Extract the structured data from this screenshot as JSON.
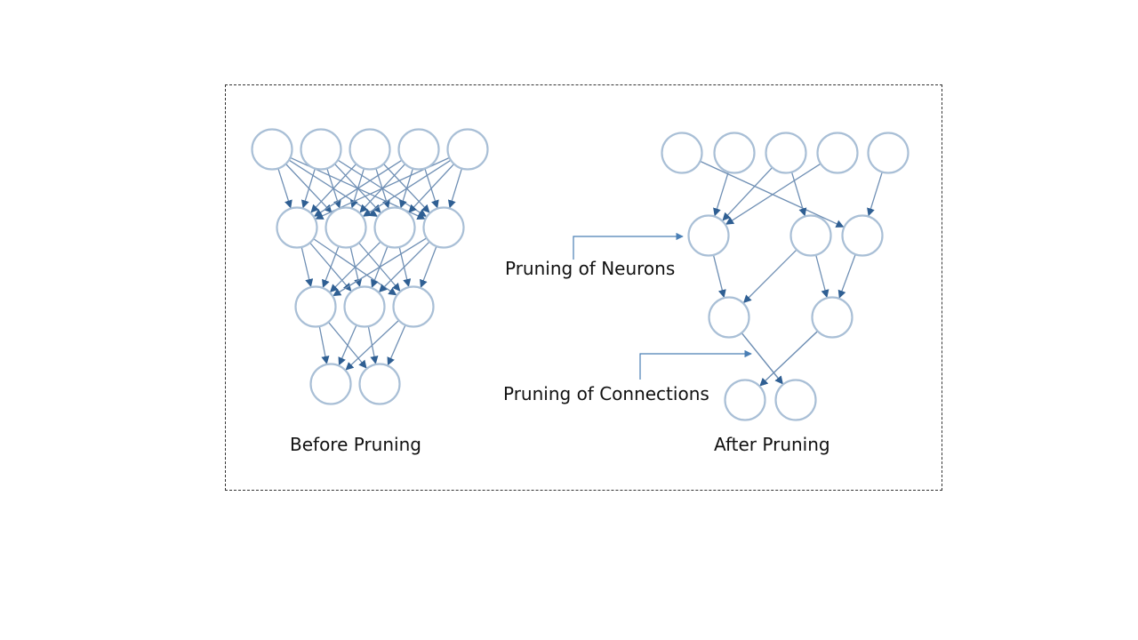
{
  "captions": {
    "before": "Before Pruning",
    "after": "After Pruning"
  },
  "annotations": {
    "neurons": "Pruning of Neurons",
    "connections": "Pruning of Connections"
  },
  "colors": {
    "node_stroke": "#a9bfd6",
    "edge": "#6f8fb4",
    "arrow": "#2f5f93",
    "callout": "#4a7fb5",
    "frame": "#333333"
  },
  "networks": {
    "before": {
      "layers": [
        5,
        4,
        3,
        2
      ],
      "connectivity": "fully-connected"
    },
    "after": {
      "layers": [
        5,
        3,
        2,
        2
      ],
      "connectivity": "sparse"
    }
  }
}
